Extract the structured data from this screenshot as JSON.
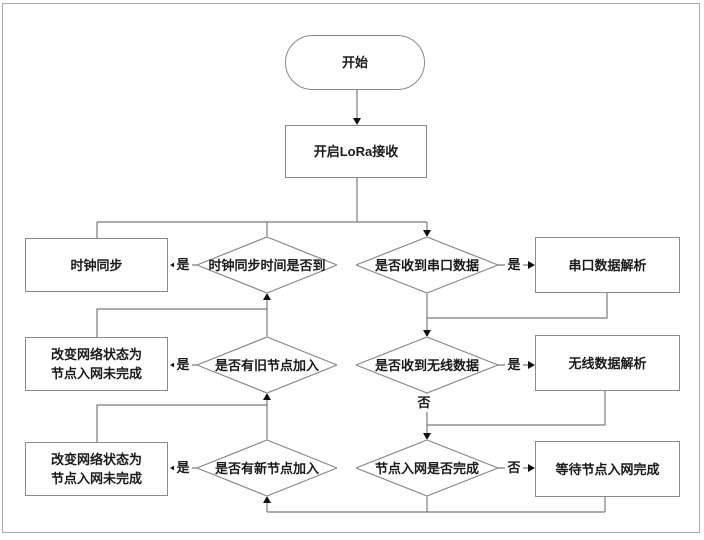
{
  "canvas": {
    "background": "#ffffff",
    "frame_border_color": "#a9a9a9",
    "line_color": "#7b7b7b",
    "arrow_color": "#111111",
    "text_color": "#1a1a1a"
  },
  "flowchart": {
    "start": {
      "label": "开始"
    },
    "open_lora": {
      "label": "开启LoRa接收"
    },
    "clock_sync": {
      "label": "时钟同步"
    },
    "clock_sync_due": {
      "label": "时钟同步时间是否到"
    },
    "serial_received": {
      "label": "是否收到串口数据"
    },
    "serial_parse": {
      "label": "串口数据解析"
    },
    "set_state_old": {
      "line1": "改变网络状态为",
      "line2": "节点入网未完成"
    },
    "old_node_join": {
      "label": "是否有旧节点加入"
    },
    "wireless_received": {
      "label": "是否收到无线数据"
    },
    "wireless_parse": {
      "label": "无线数据解析"
    },
    "set_state_new": {
      "line1": "改变网络状态为",
      "line2": "节点入网未完成"
    },
    "new_node_join": {
      "label": "是否有新节点加入"
    },
    "join_complete": {
      "label": "节点入网是否完成"
    },
    "wait_join": {
      "label": "等待节点入网完成"
    },
    "branch_labels": {
      "yes": "是",
      "no": "否"
    }
  }
}
